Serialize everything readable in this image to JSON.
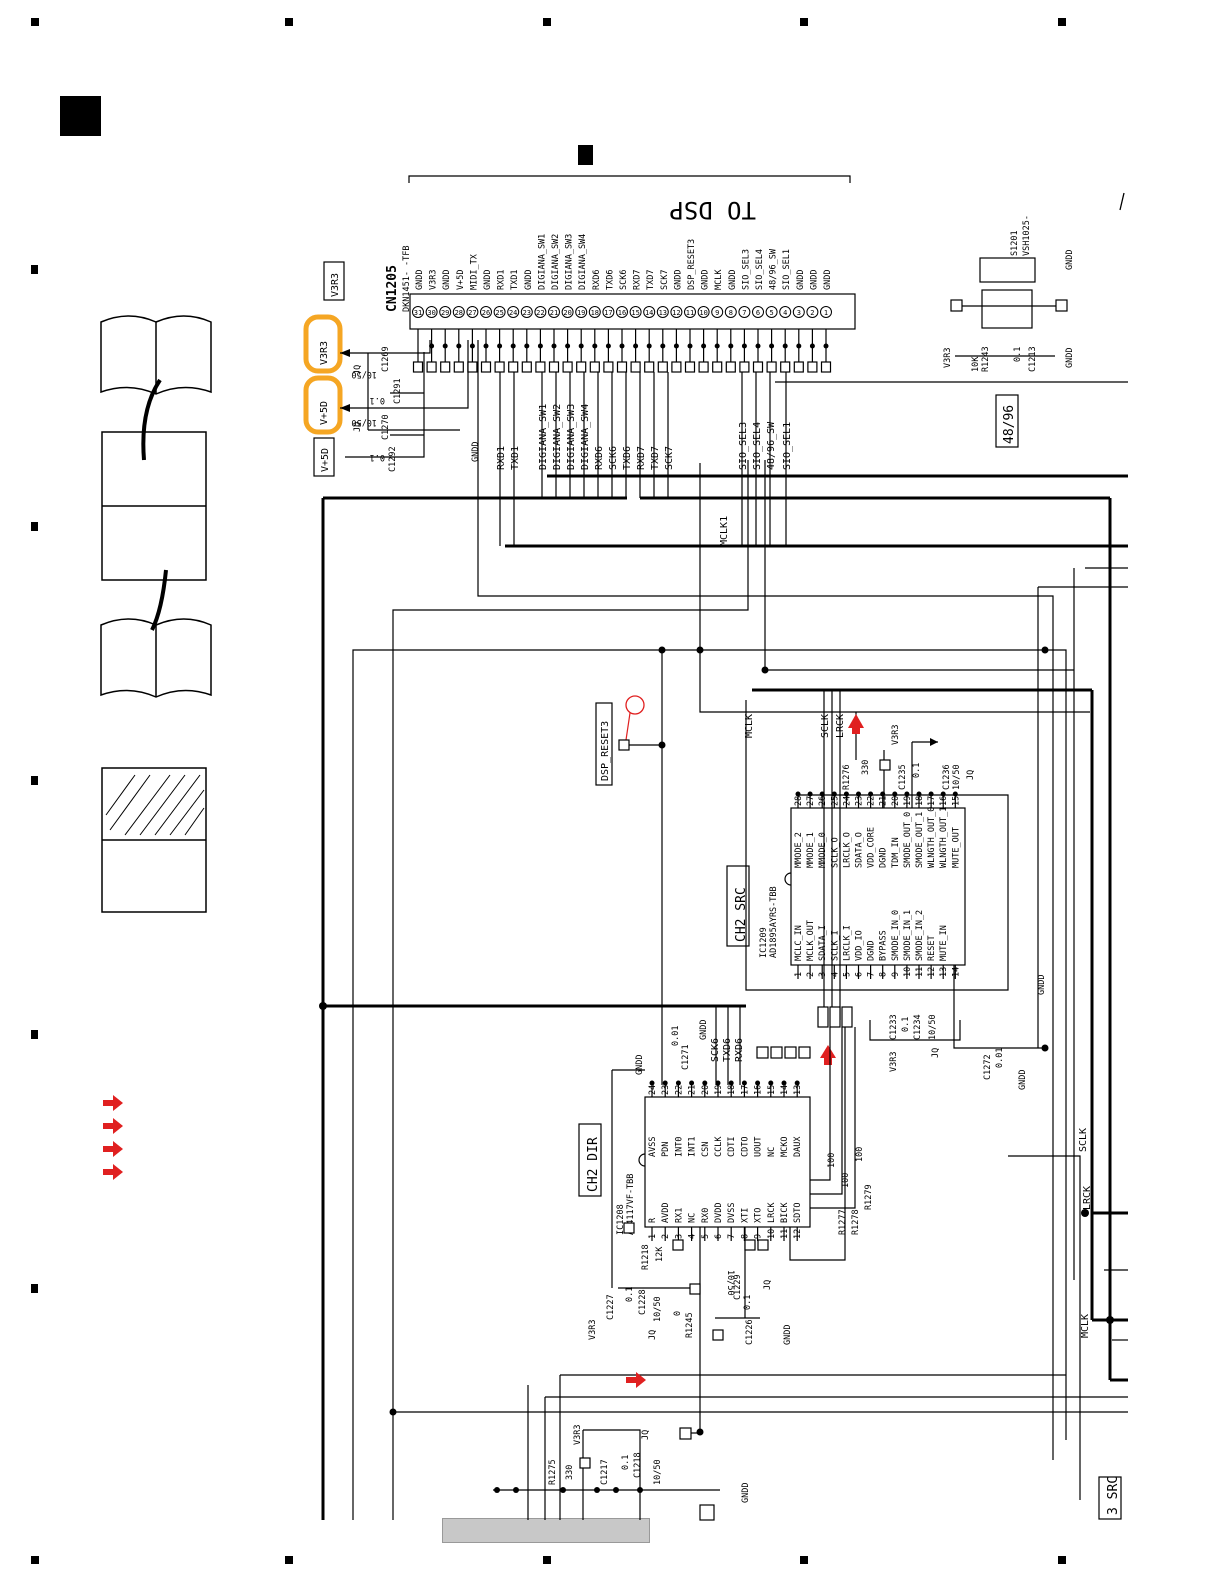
{
  "header": {
    "to_dsp": "TO DSP"
  },
  "connector": {
    "ref": "CN1205",
    "part": "DKN1451- -TFB",
    "pins": [
      {
        "n": "31",
        "name": "GNDD"
      },
      {
        "n": "30",
        "name": "V3R3"
      },
      {
        "n": "29",
        "name": "GNDD"
      },
      {
        "n": "28",
        "name": "V+5D"
      },
      {
        "n": "27",
        "name": "MIDI_TX"
      },
      {
        "n": "26",
        "name": "GNDD"
      },
      {
        "n": "25",
        "name": "RXD1"
      },
      {
        "n": "24",
        "name": "TXD1"
      },
      {
        "n": "23",
        "name": "GNDD"
      },
      {
        "n": "22",
        "name": "DIGIANA_SW1"
      },
      {
        "n": "21",
        "name": "DIGIANA_SW2"
      },
      {
        "n": "20",
        "name": "DIGIANA_SW3"
      },
      {
        "n": "19",
        "name": "DIGIANA_SW4"
      },
      {
        "n": "18",
        "name": "RXD6"
      },
      {
        "n": "17",
        "name": "TXD6"
      },
      {
        "n": "16",
        "name": "SCK6"
      },
      {
        "n": "15",
        "name": "RXD7"
      },
      {
        "n": "14",
        "name": "TXD7"
      },
      {
        "n": "13",
        "name": "SCK7"
      },
      {
        "n": "12",
        "name": "GNDD"
      },
      {
        "n": "11",
        "name": "DSP_RESET3"
      },
      {
        "n": "10",
        "name": "GNDD"
      },
      {
        "n": "9",
        "name": "MCLK"
      },
      {
        "n": "8",
        "name": "GNDD"
      },
      {
        "n": "7",
        "name": "SIO_SEL3"
      },
      {
        "n": "6",
        "name": "SIO_SEL4"
      },
      {
        "n": "5",
        "name": "48/96_SW"
      },
      {
        "n": "4",
        "name": "SIO_SEL1"
      },
      {
        "n": "3",
        "name": "GNDD"
      },
      {
        "n": "2",
        "name": "GNDD"
      },
      {
        "n": "1",
        "name": "GNDD"
      }
    ]
  },
  "nets_below": [
    "RXD1",
    "TXD1",
    "DIGIANA_SW1",
    "DIGIANA_SW2",
    "DIGIANA_SW3",
    "DIGIANA_SW4",
    "RXD6",
    "SCK6",
    "TXD6",
    "RXD7",
    "TXD7",
    "SCK7",
    "SIO_SEL3",
    "SIO_SEL4",
    "48/96_SW",
    "SIO_SEL1"
  ],
  "power": {
    "v3r3": "V3R3",
    "v5d": "V+5D",
    "gndd": "GNDD",
    "c1269": "C1269",
    "c1269_val": "10/50",
    "c1291": "C1291",
    "c1291_val": "0.1",
    "c1270": "C1270",
    "c1270_val": "10/50",
    "c1292": "C1292",
    "c1292_val": "0.1",
    "jq": "JQ"
  },
  "switch": {
    "ref": "S1201",
    "part": "VSH1025-",
    "r1243": "R1243",
    "r1243_val": "10K",
    "c1213": "C1213",
    "c1213_val": "0.1",
    "label_4896": "48/96"
  },
  "mclk1": "MCLK1",
  "dsp_reset3": "DSP_RESET3",
  "src": {
    "title": "CH2 SRC",
    "ref": "IC1209",
    "part": "AD1895AYRS-TBB",
    "left_pins": [
      {
        "n": "1",
        "name": "MCLC_IN"
      },
      {
        "n": "2",
        "name": "MCLK_OUT"
      },
      {
        "n": "3",
        "name": "SDATA_I"
      },
      {
        "n": "4",
        "name": "SCLK_I"
      },
      {
        "n": "5",
        "name": "LRCLK_I"
      },
      {
        "n": "6",
        "name": "VDD_IO"
      },
      {
        "n": "7",
        "name": "DGND"
      },
      {
        "n": "8",
        "name": "BYPASS"
      },
      {
        "n": "9",
        "name": "SMODE_IN_0"
      },
      {
        "n": "10",
        "name": "SMODE_IN_1"
      },
      {
        "n": "11",
        "name": "SMODE_IN_2"
      },
      {
        "n": "12",
        "name": "RESET"
      },
      {
        "n": "13",
        "name": "MUTE_IN"
      },
      {
        "n": "14",
        "name": ""
      }
    ],
    "right_pins": [
      {
        "n": "28",
        "name": "MMODE_2"
      },
      {
        "n": "27",
        "name": "MMODE_1"
      },
      {
        "n": "26",
        "name": "MMODE_0"
      },
      {
        "n": "25",
        "name": "SCLK_O"
      },
      {
        "n": "24",
        "name": "LRCLK_O"
      },
      {
        "n": "23",
        "name": "SDATA_O"
      },
      {
        "n": "22",
        "name": "VDD_CORE"
      },
      {
        "n": "21",
        "name": "DGND"
      },
      {
        "n": "20",
        "name": "TDM_IN"
      },
      {
        "n": "19",
        "name": "SMODE_OUT_0"
      },
      {
        "n": "18",
        "name": "SMODE_OUT_1"
      },
      {
        "n": "17",
        "name": "WLNGTH_OUT_0"
      },
      {
        "n": "16",
        "name": "WLNGTH_OUT_1"
      },
      {
        "n": "15",
        "name": "MUTE_OUT"
      }
    ],
    "mclk": "MCLK",
    "sclk": "SCLK",
    "lrck": "LRCK",
    "r1276": "R1276",
    "r1276_val": "330",
    "c1235": "C1235",
    "c1235_val": "0.1",
    "c1236": "C1236",
    "c1236_val": "10/50",
    "c1233": "C1233",
    "c1233_val": "0.1",
    "c1234": "C1234",
    "c1234_val": "10/50",
    "c1272": "C1272",
    "c1272_val": "0.01"
  },
  "dir": {
    "title": "CH2 DIR",
    "ref": "IC1208",
    "part": "AK4117VF-TBB",
    "left_pins": [
      {
        "n": "1",
        "name": "R"
      },
      {
        "n": "2",
        "name": "AVDD"
      },
      {
        "n": "3",
        "name": "RX1"
      },
      {
        "n": "4",
        "name": "NC"
      },
      {
        "n": "5",
        "name": "RX0"
      },
      {
        "n": "6",
        "name": "DVDD"
      },
      {
        "n": "7",
        "name": "DVSS"
      },
      {
        "n": "8",
        "name": "XTI"
      },
      {
        "n": "9",
        "name": "XTO"
      },
      {
        "n": "10",
        "name": "LRCK"
      },
      {
        "n": "11",
        "name": "BICK"
      },
      {
        "n": "12",
        "name": "SDTO"
      }
    ],
    "right_pins": [
      {
        "n": "24",
        "name": "AVSS"
      },
      {
        "n": "23",
        "name": "PDN"
      },
      {
        "n": "22",
        "name": "INT0"
      },
      {
        "n": "21",
        "name": "INT1"
      },
      {
        "n": "20",
        "name": "CSN"
      },
      {
        "n": "19",
        "name": "CCLK"
      },
      {
        "n": "18",
        "name": "CDTI"
      },
      {
        "n": "17",
        "name": "CDTO"
      },
      {
        "n": "16",
        "name": "UOUT"
      },
      {
        "n": "15",
        "name": "NC"
      },
      {
        "n": "14",
        "name": "MCKO"
      },
      {
        "n": "13",
        "name": "DAUX"
      }
    ],
    "sck6": "SCK6",
    "txd6": "TXD6",
    "rxd6": "RXD6",
    "c1271": "C1271",
    "c1271_val": "0.01",
    "r1277": "R1277",
    "r1278": "R1278",
    "r1279": "R1279",
    "r_val": "100",
    "r1218": "R1218",
    "r1218_val": "12K",
    "c1227": "C1227",
    "c1227_val": "0.1",
    "c1228": "C1228",
    "c1228_val": "10/50",
    "r1245": "R1245",
    "r1245_val": "0",
    "c1229": "C1229",
    "c1229_val": "10/50",
    "c1226": "C1226",
    "c1226_val": "0.1"
  },
  "bottom": {
    "r1275": "R1275",
    "r1275_val": "330",
    "c1217": "C1217",
    "c1217_val": "0.1",
    "c1218": "C1218",
    "c1218_val": "10/50",
    "src3": "3 SRC"
  },
  "right_nets": {
    "sclk": "SCLK",
    "lrck": "LRCK",
    "mclk": "MCLK"
  },
  "colors": {
    "highlight": "#f5a623",
    "arrow": "#e02020",
    "line": "#000000"
  }
}
